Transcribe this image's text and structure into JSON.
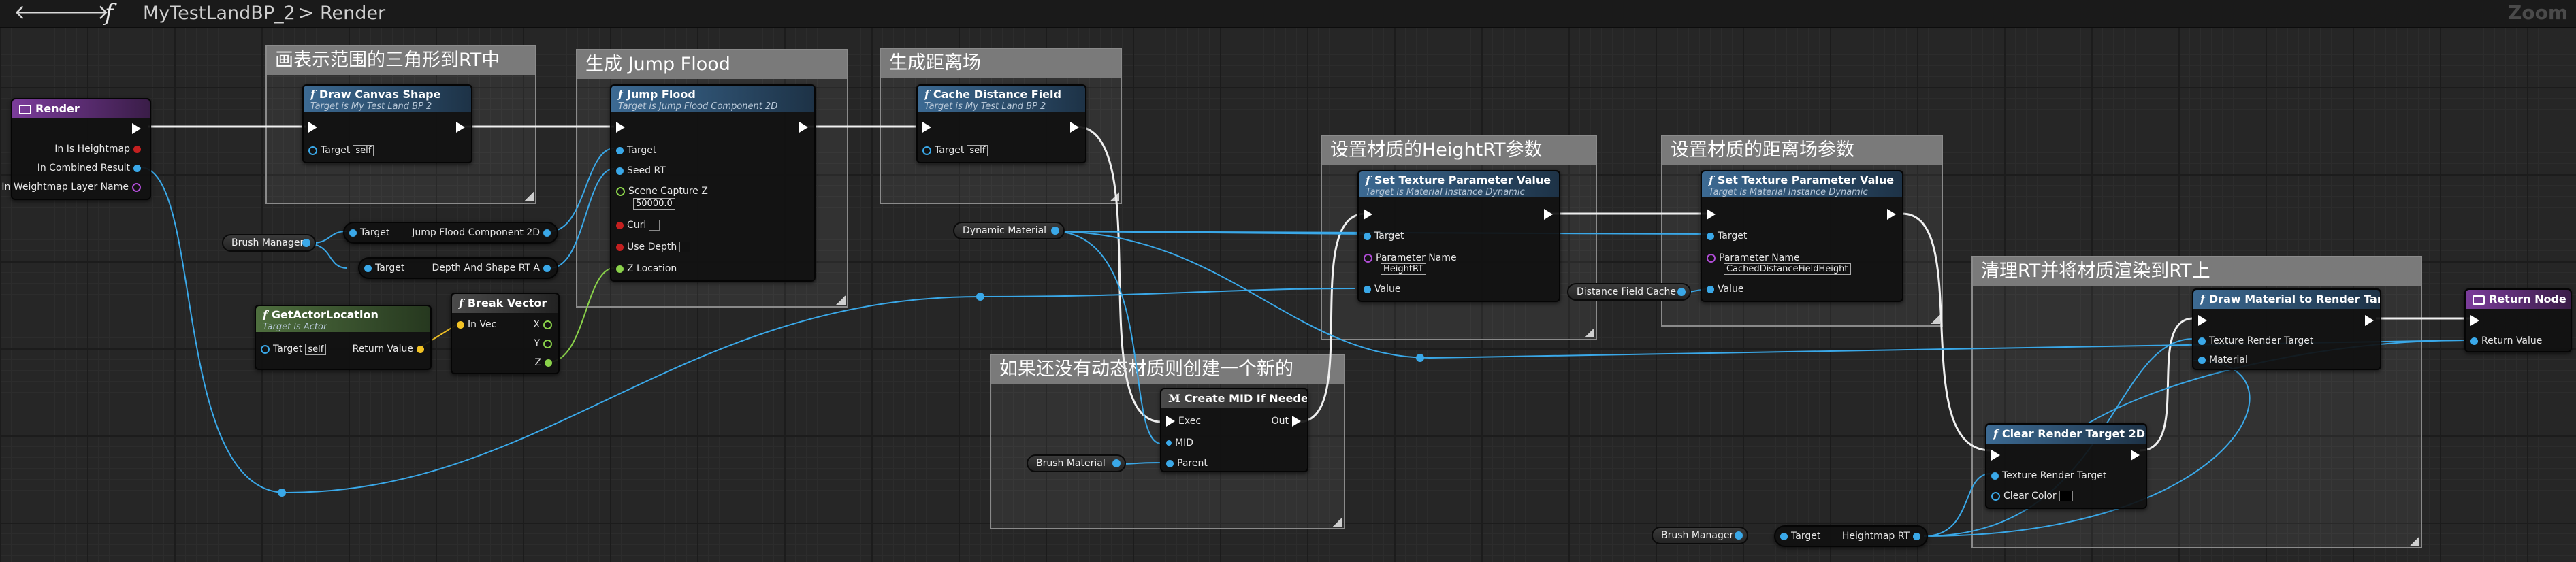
{
  "breadcrumb": {
    "back": "🡐",
    "forward": "🡒",
    "function_icon": "f",
    "blueprint": "MyTestLandBP_2",
    "separator": ">",
    "graph": "Render",
    "zoom": "Zoom"
  },
  "comments": [
    {
      "title": "画表示范围的三角形到RT中"
    },
    {
      "title": "生成 Jump Flood"
    },
    {
      "title": "生成距离场"
    },
    {
      "title": "设置材质的HeightRT参数"
    },
    {
      "title": "设置材质的距离场参数"
    },
    {
      "title": "如果还没有动态材质则创建一个新的"
    },
    {
      "title": "清理RT并将材质渲染到RT上"
    }
  ],
  "nodes": {
    "render": {
      "title": "Render",
      "pins": [
        "In Is Heightmap",
        "In Combined Result",
        "In Weightmap Layer Name"
      ]
    },
    "draw_canvas": {
      "title": "Draw Canvas Shape",
      "subtitle": "Target is My Test Land BP 2",
      "target_label": "Target",
      "target_value": "self"
    },
    "jump_flood": {
      "title": "Jump Flood",
      "subtitle": "Target is Jump Flood Component 2D",
      "pins": {
        "target": "Target",
        "seed_rt": "Seed RT",
        "scene_capture_z": "Scene Capture Z",
        "scene_capture_value": "50000.0",
        "curl": "Curl",
        "use_depth": "Use Depth",
        "z_location": "Z Location"
      }
    },
    "cache_distance": {
      "title": "Cache Distance Field",
      "subtitle": "Target is My Test Land BP 2",
      "target_label": "Target",
      "target_value": "self"
    },
    "set_tex_1": {
      "title": "Set Texture Parameter Value",
      "subtitle": "Target is Material Instance Dynamic",
      "target": "Target",
      "param_name": "Parameter Name",
      "param_value": "HeightRT",
      "value": "Value"
    },
    "set_tex_2": {
      "title": "Set Texture Parameter Value",
      "subtitle": "Target is Material Instance Dynamic",
      "target": "Target",
      "param_name": "Parameter Name",
      "param_value": "CachedDistanceFieldHeight",
      "value": "Value"
    },
    "create_mid": {
      "title": "Create MID If Needed",
      "exec": "Exec",
      "out": "Out",
      "mid": "MID",
      "parent": "Parent"
    },
    "get_actor_location": {
      "title": "GetActorLocation",
      "subtitle": "Target is Actor",
      "target": "Target",
      "target_value": "self",
      "return_value": "Return Value"
    },
    "break_vector": {
      "title": "Break Vector",
      "in_vec": "In Vec",
      "x": "X",
      "y": "Y",
      "z": "Z"
    },
    "draw_material": {
      "title": "Draw Material to Render Target",
      "texture_rt": "Texture Render Target",
      "material": "Material"
    },
    "clear_rt": {
      "title": "Clear Render Target 2D",
      "texture_rt": "Texture Render Target",
      "clear_color": "Clear Color"
    },
    "return_node": {
      "title": "Return Node",
      "return_value": "Return Value"
    },
    "jf_target": {
      "target": "Target",
      "out": "Jump Flood Component 2D"
    },
    "depth_rt": {
      "target": "Target",
      "out": "Depth And Shape RT A"
    },
    "heightmap_rt": {
      "target": "Target",
      "out": "Heightmap RT"
    }
  },
  "variables": {
    "brush_manager_1": "Brush Manager",
    "dynamic_material": "Dynamic Material",
    "brush_material": "Brush Material",
    "distance_field_cache": "Distance Field Cache",
    "brush_manager_2": "Brush Manager"
  },
  "colors": {
    "exec": "#ffffff",
    "object": "#3aa8e8",
    "vector": "#f2c224",
    "float": "#8ad24a",
    "name": "#b04cd6",
    "bool": "#c42020"
  }
}
